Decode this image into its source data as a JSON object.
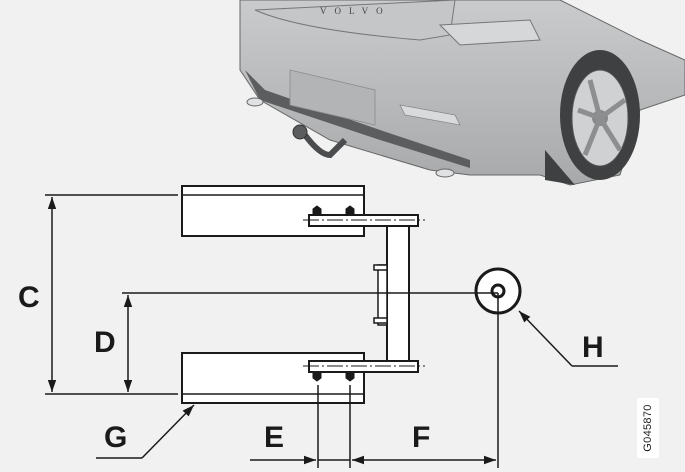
{
  "figure": {
    "description": "Towbar mounting dimensions diagram with rear view of hatchback car",
    "image_code": "G045870",
    "labels": {
      "C": "C",
      "D": "D",
      "E": "E",
      "F": "F",
      "G": "G",
      "H": "H"
    },
    "brand_badge": "VOLVO"
  },
  "colors": {
    "background": "#f0f1f0",
    "line": "#1a1a1a",
    "beam_fill": "#ffffff",
    "car_body": "#b9bbbc"
  }
}
